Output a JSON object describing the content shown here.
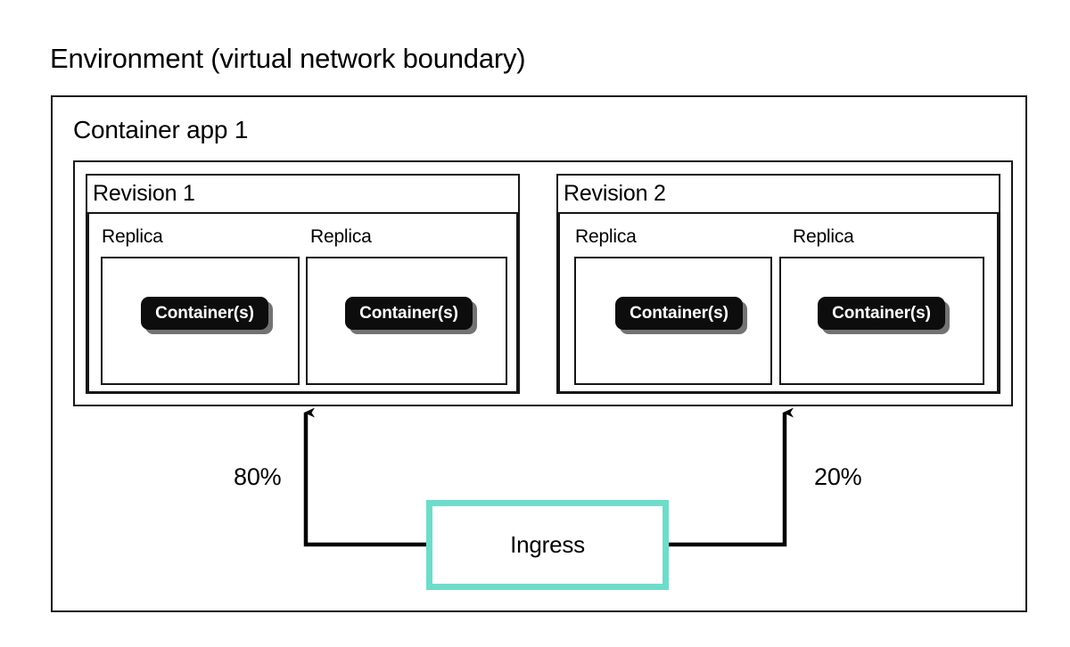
{
  "diagram": {
    "environment": {
      "title": "Environment (virtual network boundary)",
      "app": {
        "title": "Container app 1",
        "revisions": [
          {
            "label": "Revision 1",
            "traffic_percent": "80%",
            "replicas": [
              {
                "label": "Replica",
                "container_label": "Container(s)"
              },
              {
                "label": "Replica",
                "container_label": "Container(s)"
              }
            ]
          },
          {
            "label": "Revision 2",
            "traffic_percent": "20%",
            "replicas": [
              {
                "label": "Replica",
                "container_label": "Container(s)"
              },
              {
                "label": "Replica",
                "container_label": "Container(s)"
              }
            ]
          }
        ]
      }
    },
    "ingress": {
      "label": "Ingress",
      "border_color": "#6fdccb"
    },
    "colors": {
      "stroke": "#161616",
      "container_fill": "#0d0d0d",
      "container_text": "#ffffff",
      "container_shadow": "#5a5a5a",
      "ingress_accent": "#6fdccb",
      "background": "#ffffff"
    }
  }
}
